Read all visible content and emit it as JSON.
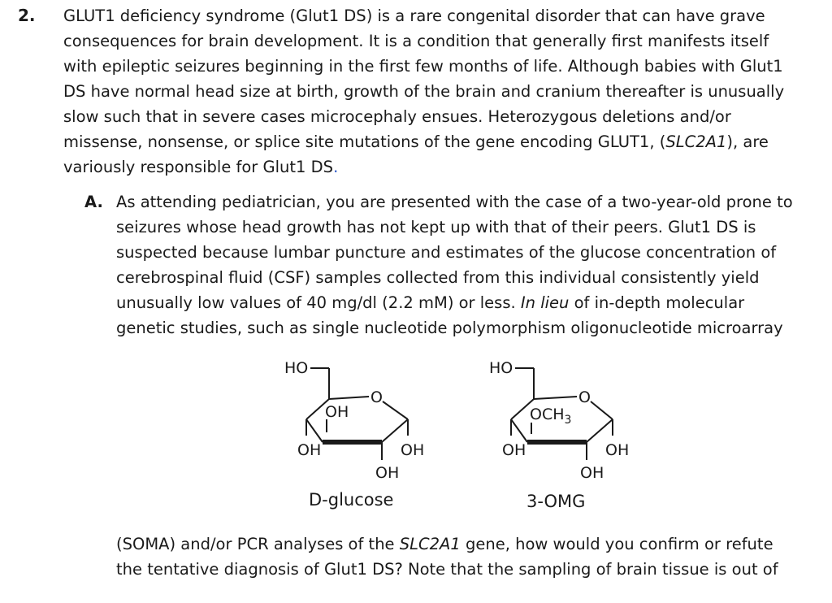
{
  "question": {
    "number": "2.",
    "intro_lines": [
      "GLUT1 deficiency syndrome (Glut1 DS) is a rare congenital disorder that can have grave",
      "consequences for brain development.  It is a condition that generally first manifests itself",
      "with epileptic seizures beginning in the first few months of life.  Although babies with Glut1",
      "DS have normal head size at birth, growth of the brain and cranium thereafter is unusually",
      "slow such that in severe cases microcephaly ensues.  Heterozygous deletions and/or"
    ],
    "intro_line6_pre": "missense, nonsense, or splice site mutations of the gene encoding GLUT1, (",
    "intro_line6_italic": "SLC2A1",
    "intro_line6_post": "), are",
    "intro_line7": "variously responsible for Glut1 DS",
    "intro_line7_end": "."
  },
  "part_a": {
    "label": "A.",
    "lines_before": [
      "As attending pediatrician, you are presented with the case of a two-year-old prone to",
      "seizures whose head growth has not kept up with that of their peers.  Glut1 DS is",
      "suspected because lumbar puncture and estimates of the glucose concentration of",
      "cerebrospinal fluid (CSF) samples collected from this individual consistently yield"
    ],
    "line5_pre": "unusually low values of 40 mg/dl (2.2 mM) or less.  ",
    "line5_italic": "In lieu",
    "line5_post": " of in-depth molecular",
    "line6": "genetic studies, such as single nucleotide polymorphism oligonucleotide microarray",
    "after_line1_pre": "(SOMA) and/or PCR analyses of the ",
    "after_line1_italic": "SLC2A1",
    "after_line1_post": " gene, how would you confirm or refute",
    "after_line2": "the tentative diagnosis of Glut1 DS?  Note that the sampling of brain tissue is out of"
  },
  "figure": {
    "glucose": {
      "name": "D-glucose",
      "ho_top": "HO",
      "ring_o": "O",
      "c3_group": "OH",
      "c4_oh": "OH",
      "c2_oh": "OH",
      "c1_oh": "OH"
    },
    "omg": {
      "name": "3-OMG",
      "ho_top": "HO",
      "ring_o": "O",
      "c3_group_main": "OCH",
      "c3_group_sub": "3",
      "c4_oh": "OH",
      "c2_oh": "OH",
      "c1_oh": "OH"
    }
  }
}
